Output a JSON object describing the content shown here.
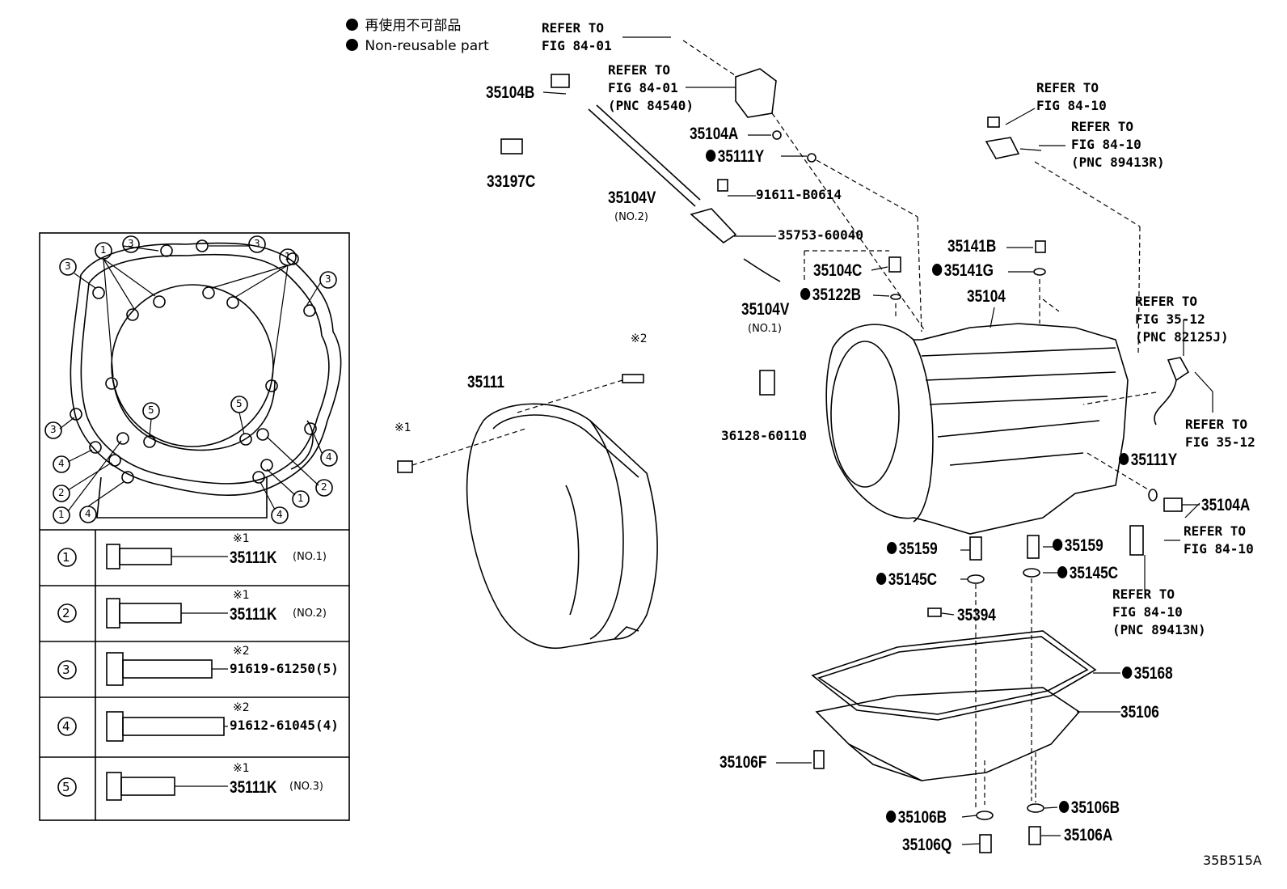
{
  "legend": {
    "jp": "再使用不可部品",
    "en": "Non-reusable part"
  },
  "figure_code": "35B515A",
  "refs": {
    "r1": [
      "REFER TO",
      "FIG 84-01"
    ],
    "r2": [
      "REFER TO",
      "FIG 84-01",
      "(PNC 84540)"
    ],
    "r3": [
      "REFER TO",
      "FIG 84-10"
    ],
    "r4": [
      "REFER TO",
      "FIG 84-10",
      "(PNC 89413R)"
    ],
    "r5": [
      "REFER TO",
      "FIG 35-12",
      "(PNC 82125J)"
    ],
    "r6": [
      "REFER TO",
      "FIG 35-12"
    ],
    "r7": [
      "REFER TO",
      "FIG 84-10"
    ],
    "r8": [
      "REFER TO",
      "FIG 84-10",
      "(PNC 89413N)"
    ]
  },
  "parts": {
    "p35104B": "35104B",
    "p33197C": "33197C",
    "p35104V2": "35104V",
    "p35104V2sub": "(NO.2)",
    "p35104A_top": "35104A",
    "p35111Y_top": "35111Y",
    "p91611": "91611-B0614",
    "p35753": "35753-60040",
    "p35104C": "35104C",
    "p35122B": "35122B",
    "p35104V1": "35104V",
    "p35104V1sub": "(NO.1)",
    "p35141B": "35141B",
    "p35141G": "35141G",
    "p35104": "35104",
    "p36128": "36128-60110",
    "p35111": "35111",
    "p35111Y_mid": "35111Y",
    "p35104A_mid": "35104A",
    "p35159_l": "35159",
    "p35159_r": "35159",
    "p35145C_l": "35145C",
    "p35145C_r": "35145C",
    "p35394": "35394",
    "p35168": "35168",
    "p35106": "35106",
    "p35106F": "35106F",
    "p35106B_l": "35106B",
    "p35106B_r": "35106B",
    "p35106Q": "35106Q",
    "p35106A": "35106A",
    "k2": "※2",
    "k1": "※1"
  },
  "inset_callouts": [
    "1",
    "2",
    "3",
    "4",
    "5"
  ],
  "table": {
    "rows": [
      {
        "num": "1",
        "mark": "※1",
        "part": "35111K",
        "sub": "(NO.1)"
      },
      {
        "num": "2",
        "mark": "※1",
        "part": "35111K",
        "sub": "(NO.2)"
      },
      {
        "num": "3",
        "mark": "※2",
        "part": "91619-61250(5)",
        "sub": ""
      },
      {
        "num": "4",
        "mark": "※2",
        "part": "91612-61045(4)",
        "sub": ""
      },
      {
        "num": "5",
        "mark": "※1",
        "part": "35111K",
        "sub": "(NO.3)"
      }
    ]
  }
}
